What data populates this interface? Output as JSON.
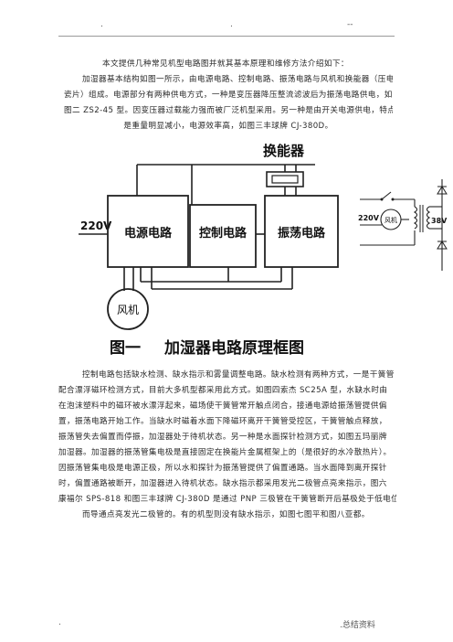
{
  "header": {
    "mark_left": ".",
    "mark_mid": ".",
    "mark_right": "--"
  },
  "intro": {
    "lines": [
      "本文提供几种常见机型电路图并就其基本原理和维修方法介绍如下：",
      "加湿器基本结构如图一所示，由电源电路、控制电路、振荡电路与风机和换能器（压电",
      "瓷片）组成。电源部分有两种供电方式，一种是变压器降压整流滤波后为振荡电路供电，如",
      "图二 ZS2-45 型。因变压器过载能力强而被厂泛机型采用。另一种是由开关电源供电，特点",
      "是重量明显减小，电源效率高，如图三丰球牌 CJ-380D。"
    ]
  },
  "figure1": {
    "transducer_label": "换能器",
    "voltage_label": "220V",
    "blocks": [
      "电源电路",
      "控制电路",
      "振荡电路"
    ],
    "fan_label": "风机",
    "caption_num": "图一",
    "caption_title": "加湿器电路原理框图"
  },
  "figure2": {
    "voltage_label": "220V",
    "fan_label": "风机",
    "secondary_label": "38V"
  },
  "body": {
    "lines": [
      "控制电路包括缺水检测、缺水指示和雾量调整电路。缺水检测有两种方式，一是干簧管",
      "配合漂浮磁环检测方式，目前大多机型都采用此方式。如图四索杰 SC25A 型，水缺水时由",
      "在泡沫塑料中的磁环被水漂浮起来，磁场使干簧管常开触点闭合，接通电源给振荡管提供偏",
      "置，振荡电路开始工作。当缺水时磁着水面下降磁环离开干簧管受控区，干簧管触点释放，",
      "振荡管失去偏置而停振，加湿器处于待机状态。另一种是水面探针检测方式，如图五玛丽牌",
      "加湿器。加湿器的振荡管集电极是直接固定在换能片金属框架上的（是很好的水冷散热片）。",
      "因振荡管集电极是电源正极，所以水和探针为振荡管提供了偏置通路。当水面降到离开探针",
      "时，偏置通路被断开，加湿器进入待机状态。缺水指示都采用发光二极管点亮来指示，图六",
      "康福尔 SPS-818 和图三丰球牌 CJ-380D 是通过 PNP 三极管在干簧管断开后基极处于低电位",
      "而导通点亮发光二极管的。有的机型则没有缺水指示，如图七图平和图八亚都。"
    ]
  },
  "footer": {
    "left": ".",
    "right": ".总结资料"
  }
}
